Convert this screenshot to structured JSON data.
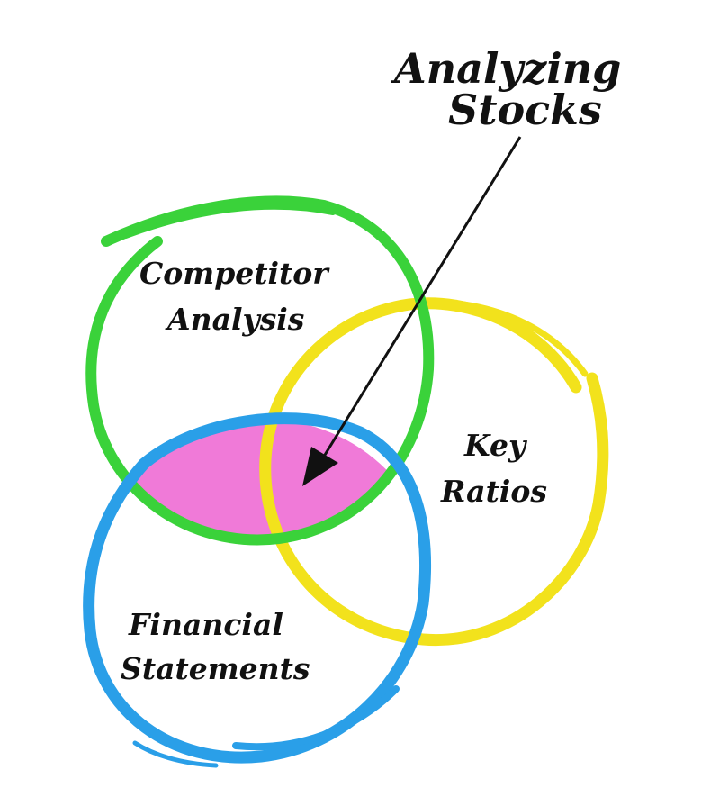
{
  "diagram": {
    "title": {
      "line1": "Analyzing",
      "line2": "Stocks"
    },
    "circles": {
      "competitor": {
        "line1": "Competitor",
        "line2": "Analysis",
        "color": "#3ad23a"
      },
      "key_ratios": {
        "line1": "Key",
        "line2": "Ratios",
        "color": "#f2e21c"
      },
      "financial": {
        "line1": "Financial",
        "line2": "Statements",
        "color": "#2a9fe8"
      }
    },
    "intersection": {
      "color": "#f07ad8"
    },
    "arrow": {
      "color": "#111111"
    }
  }
}
